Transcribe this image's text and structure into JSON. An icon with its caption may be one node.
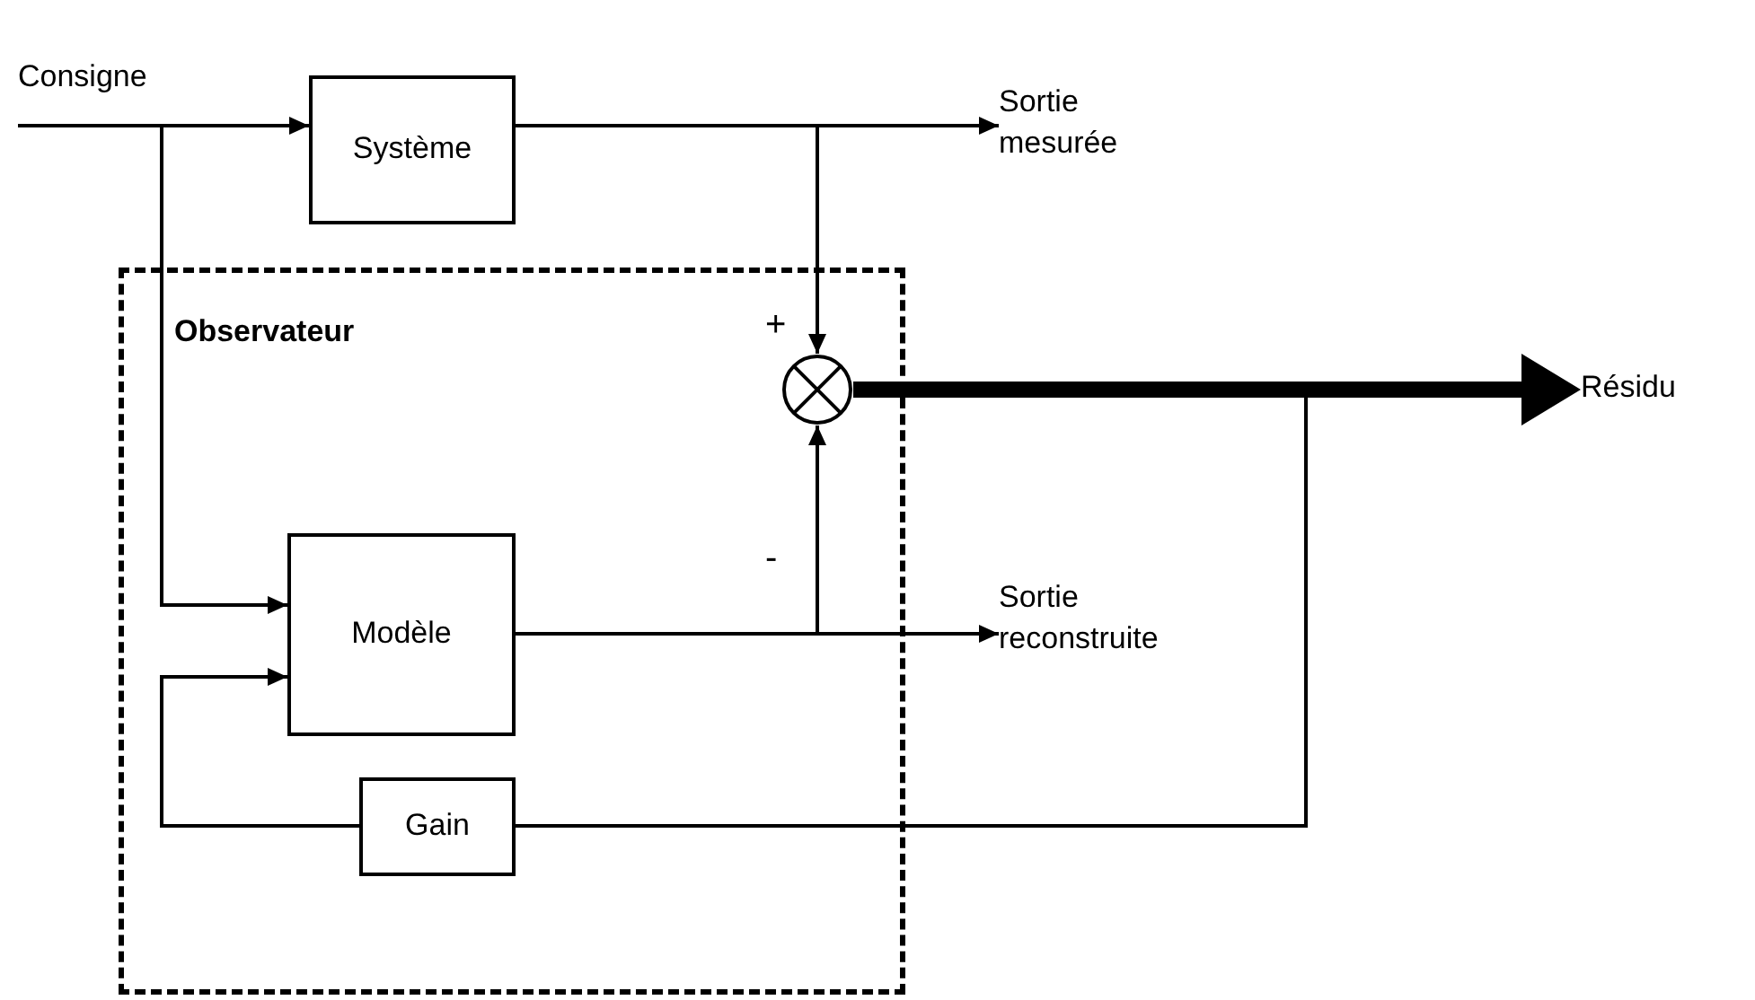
{
  "diagram": {
    "nodes": [
      {
        "text": [
          "Consigne"
        ]
      },
      {
        "text": [
          "Système"
        ]
      },
      {
        "text": [
          "Sortie mesurée"
        ]
      },
      {
        "text": [
          "Observateur"
        ]
      },
      {
        "text": [],
        "shape": "circle",
        "in": 3
      },
      {
        "text": [
          "Modèle"
        ],
        "in": 3
      },
      {
        "text": [
          "Sortie reconstruite"
        ]
      },
      {
        "text": [
          "Gain"
        ],
        "in": 3
      },
      {
        "text": [
          "Résidu"
        ]
      }
    ],
    "edges": [
      {
        "from": 0,
        "to": 1,
        "arrow": "to"
      },
      {
        "from": 0,
        "to": 5,
        "arrow": "to"
      },
      {
        "from": 1,
        "to": 2,
        "arrow": "to"
      },
      {
        "from": 1,
        "to": 4,
        "arrow": "to"
      },
      {
        "from": 4,
        "to": 8,
        "arrow": "to",
        "style": "thick"
      },
      {
        "from": 5,
        "to": 6,
        "arrow": "to"
      },
      {
        "from": 5,
        "to": 4,
        "arrow": "to"
      },
      {
        "from": 4,
        "to": 7,
        "arrow": "none"
      },
      {
        "from": 7,
        "to": 5,
        "arrow": "to"
      }
    ],
    "labels": [
      "+",
      "-"
    ]
  }
}
